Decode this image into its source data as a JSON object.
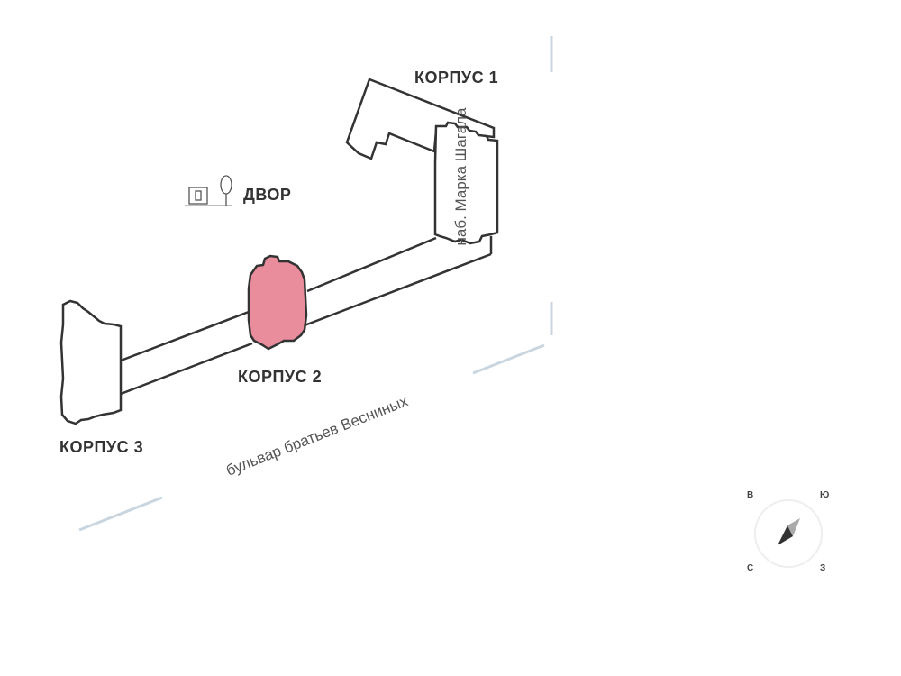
{
  "buildings": [
    {
      "label": "КОРПУС 1",
      "selected": false
    },
    {
      "label": "КОРПУС 2",
      "selected": true
    },
    {
      "label": "КОРПУС 3",
      "selected": false
    }
  ],
  "courtyard": {
    "label": "ДВОР",
    "icon": "playground-tree-icon"
  },
  "streets": {
    "vertical": "наб. Марка Шагала",
    "diagonal": "бульвар братьев Весниных"
  },
  "compass": {
    "north": "С",
    "south": "Ю",
    "east": "В",
    "west": "З"
  },
  "colors": {
    "selected": "#e98d9d",
    "outline": "#333333",
    "street_line": "#c9d6e0"
  }
}
